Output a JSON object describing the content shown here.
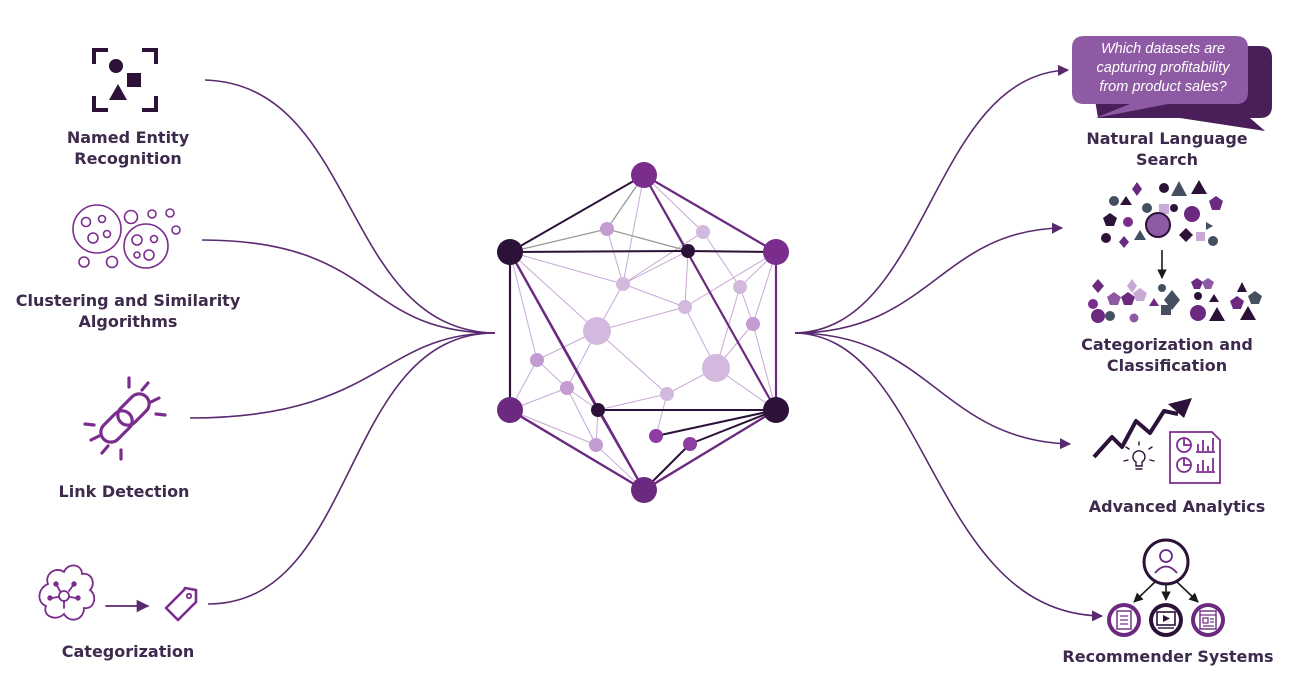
{
  "left_items": [
    {
      "icon": "named-entity-icon",
      "lines": [
        "Named Entity",
        "Recognition"
      ]
    },
    {
      "icon": "clustering-icon",
      "lines": [
        "Clustering and Similarity",
        "Algorithms"
      ]
    },
    {
      "icon": "link-icon",
      "lines": [
        "Link Detection"
      ]
    },
    {
      "icon": "brain-to-tag-icon",
      "lines": [
        "Categorization"
      ]
    }
  ],
  "right_items": [
    {
      "icon": "speech-bubble-icon",
      "lines": [
        "Natural Language",
        "Search"
      ]
    },
    {
      "icon": "shapes-sorting-icon",
      "lines": [
        "Categorization and",
        "Classification"
      ]
    },
    {
      "icon": "analytics-chart-icon",
      "lines": [
        "Advanced Analytics"
      ]
    },
    {
      "icon": "recommender-tree-icon",
      "lines": [
        "Recommender Systems"
      ]
    }
  ],
  "search_bubble": {
    "lines": [
      "Which datasets are",
      "capturing profitability",
      "from product sales?"
    ]
  },
  "colors": {
    "dark_purple": "#2c1238",
    "purple": "#6b2a80",
    "mid_purple": "#8e5aa4",
    "light_purple": "#c9a9d6",
    "text": "#3d2a4d",
    "slate": "#44505f"
  }
}
